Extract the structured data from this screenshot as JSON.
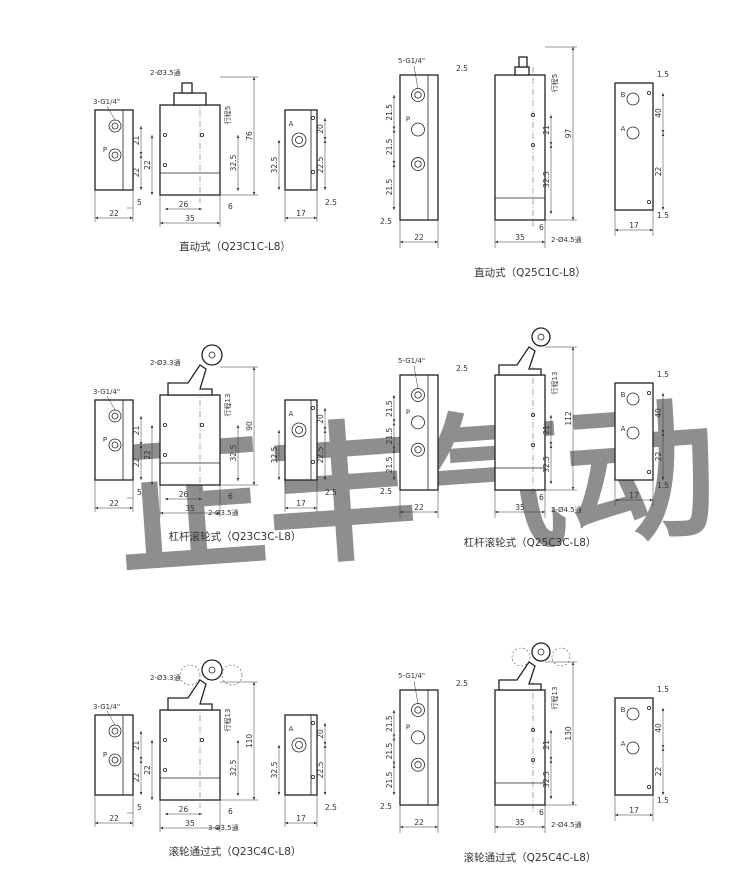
{
  "watermark": "正丰气动",
  "panels": [
    {
      "caption": "直动式（Q23C1C-L8）",
      "port_label": "3-G1/4\"",
      "hole_note": "2-Ø3.5通",
      "stroke_note": "行程5",
      "labels": {
        "p": "P",
        "a": "A"
      },
      "dims": {
        "side_w": "22",
        "side_off": "5",
        "h1": "21",
        "h2": "22",
        "body_l": "26",
        "body_w": "35",
        "body_off": "6",
        "body_v": "32.5",
        "body_r": "22",
        "total": "76",
        "end_v": "32.5",
        "end_h1": "20",
        "end_h2": "22.5",
        "end_w": "17",
        "end_off": "2.5"
      }
    },
    {
      "caption": "直动式（Q25C1C-L8）",
      "port_label": "5-G1/4\"",
      "port_off": "2.5",
      "hole_note": "2-Ø4.5通",
      "stroke_note": "行程5",
      "labels": {
        "p": "P",
        "a": "A",
        "b": "B"
      },
      "dims": {
        "s1": "21.5",
        "s2": "21.5",
        "s3": "21.5",
        "s4": "2.5",
        "side_w": "22",
        "body_w": "35",
        "body_off": "6",
        "body_v1": "21",
        "body_v2": "32.5",
        "total": "97",
        "end_top": "1.5",
        "end_v1": "40",
        "end_v2": "22",
        "end_w": "17",
        "end_off": "1.5"
      }
    },
    {
      "caption": "杠杆滚轮式（Q23C3C-L8）",
      "port_label": "3-G1/4\"",
      "hole_note": "2-Ø3.3通",
      "hole_note2": "2-Ø3.5通",
      "stroke_note": "行程13",
      "labels": {
        "p": "P",
        "a": "A"
      },
      "dims": {
        "side_w": "22",
        "side_off": "5",
        "h1": "21",
        "h2": "22",
        "body_l": "26",
        "body_w": "35",
        "body_off": "6",
        "body_v": "32.5",
        "body_r": "22",
        "total": "90",
        "end_h1": "20",
        "end_h2": "22.5",
        "end_w": "17",
        "end_off": "2.5"
      }
    },
    {
      "caption": "杠杆滚轮式（Q25C3C-L8）",
      "port_label": "5-G1/4\"",
      "port_off": "2.5",
      "hole_note": "2-Ø4.5通",
      "stroke_note": "行程13",
      "labels": {
        "p": "P",
        "a": "A",
        "b": "B"
      },
      "dims": {
        "s1": "21.5",
        "s2": "21.5",
        "s3": "21.5",
        "s4": "2.5",
        "side_w": "22",
        "body_w": "35",
        "body_off": "6",
        "body_v1": "21",
        "body_v2": "32.5",
        "total": "112",
        "end_top": "1.5",
        "end_v1": "40",
        "end_v2": "22",
        "end_w": "17",
        "end_off": "1.5"
      }
    },
    {
      "caption": "滚轮通过式（Q23C4C-L8）",
      "port_label": "3-G1/4\"",
      "hole_note": "2-Ø3.3通",
      "hole_note2": "3-Ø3.5通",
      "stroke_note": "行程13",
      "labels": {
        "p": "P",
        "a": "A"
      },
      "dims": {
        "side_w": "22",
        "side_off": "5",
        "h1": "21",
        "h2": "22",
        "body_l": "26",
        "body_w": "35",
        "body_off": "6",
        "body_v": "32.5",
        "body_r": "22",
        "total": "110",
        "end_h1": "20",
        "end_h2": "22.5",
        "end_w": "17",
        "end_off": "2.5"
      }
    },
    {
      "caption": "滚轮通过式（Q25C4C-L8）",
      "port_label": "5-G1/4\"",
      "port_off": "2.5",
      "hole_note": "2-Ø4.5通",
      "stroke_note": "行程13",
      "labels": {
        "p": "P",
        "a": "A",
        "b": "B"
      },
      "dims": {
        "s1": "21.5",
        "s2": "21.5",
        "s3": "21.5",
        "s4": "2.5",
        "side_w": "22",
        "body_w": "35",
        "body_off": "6",
        "body_v1": "21",
        "body_v2": "32.5",
        "total": "130",
        "end_top": "1.5",
        "end_v1": "40",
        "end_v2": "22",
        "end_w": "17",
        "end_off": "1.5"
      }
    }
  ]
}
